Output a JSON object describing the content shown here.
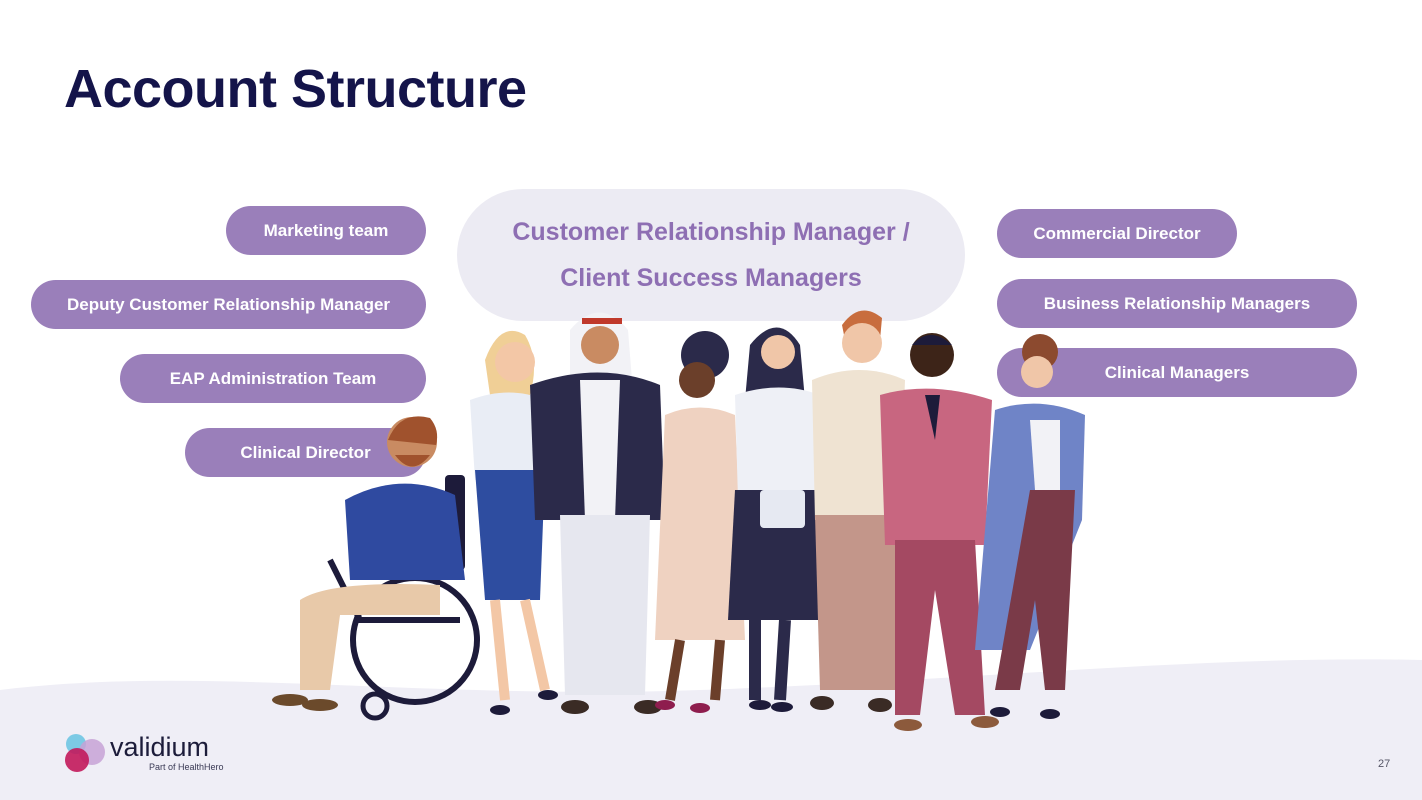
{
  "slide": {
    "title": "Account Structure",
    "page_number": "27"
  },
  "center_bubble": {
    "line1": "Customer Relationship Manager /",
    "line2": "Client Success Managers"
  },
  "left_roles": [
    "Marketing team",
    "Deputy Customer Relationship Manager",
    "EAP Administration Team",
    "Clinical Director"
  ],
  "right_roles": [
    "Commercial Director",
    "Business Relationship Managers",
    "Clinical Managers"
  ],
  "logo": {
    "name": "validium",
    "tagline": "Part of HealthHero"
  },
  "colors": {
    "title": "#14144a",
    "pill": "#9a7fba",
    "bubble_bg": "#ecebf3",
    "bubble_text": "#8e6fb3",
    "ground": "#efeef6"
  }
}
